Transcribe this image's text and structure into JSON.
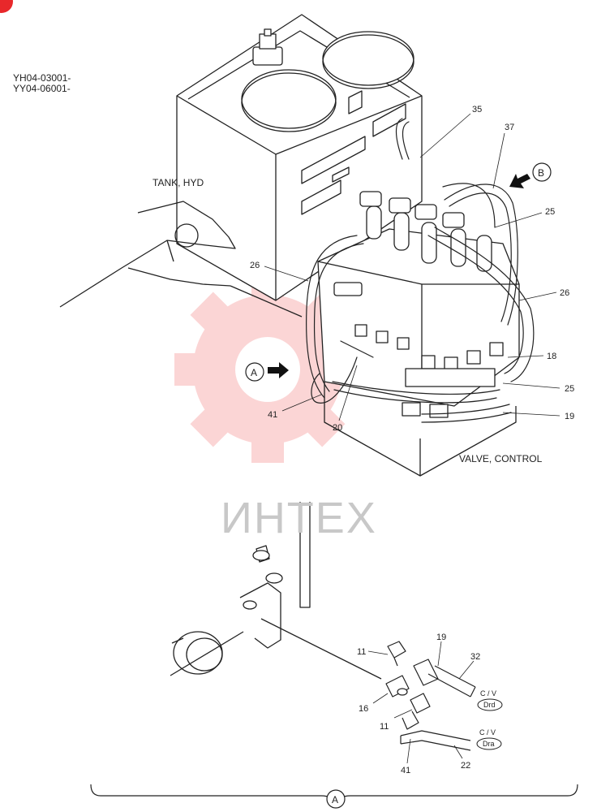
{
  "serials": [
    "YH04-03001-",
    "YY04-06001-"
  ],
  "labels": {
    "tank": "TANK, HYD",
    "valve": "VALVE, CONTROL"
  },
  "view_markers": {
    "a_arrow": "A",
    "b_arrow": "B",
    "bottom": "A"
  },
  "callouts": {
    "c35": "35",
    "c37": "37",
    "c25a": "25",
    "c26a": "26",
    "c26b": "26",
    "c18": "18",
    "c25b": "25",
    "c19a": "19",
    "c41a": "41",
    "c20": "20",
    "c19b": "19",
    "c32": "32",
    "c11a": "11",
    "c16": "16",
    "c11b": "11",
    "c41b": "41",
    "c22": "22"
  },
  "ports": {
    "drd_top": "C / V",
    "drd": "Drd",
    "dra_top": "C / V",
    "dra": "Dra"
  },
  "watermark": "ИНТЕХ",
  "colors": {
    "line": "#222222",
    "watermark_gear": "#f26b6b",
    "corner_badge": "#e8282b"
  }
}
